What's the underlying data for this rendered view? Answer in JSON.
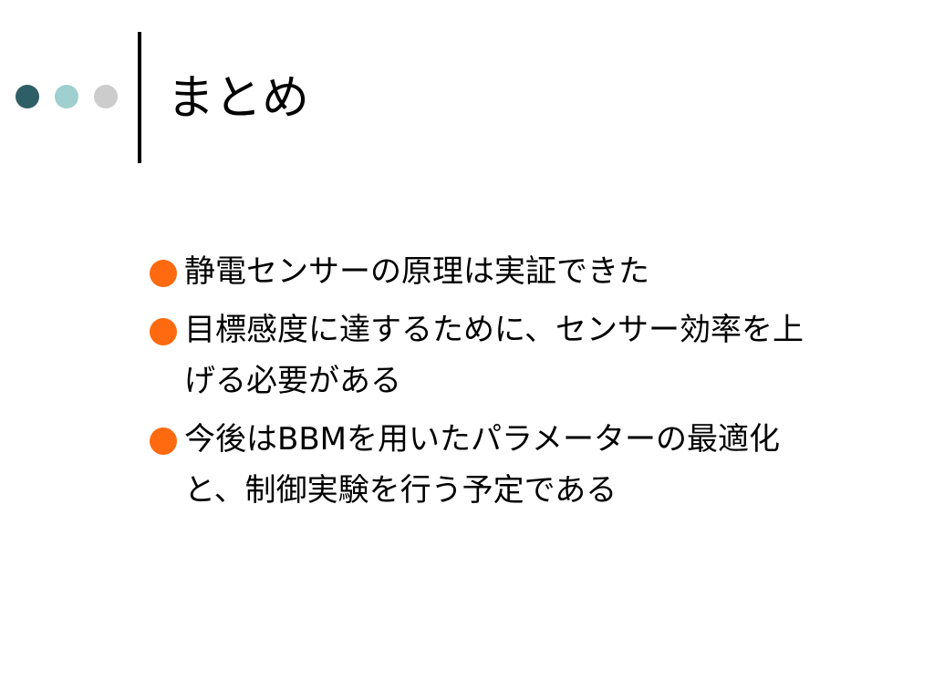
{
  "slide": {
    "title": "まとめ",
    "bullets": [
      "静電センサーの原理は実証できた",
      "目標感度に達するために、センサー効率を上げる必要がある",
      "今後はBBMを用いたパラメーターの最適化と、制御実験を行う予定である"
    ]
  },
  "colors": {
    "dot_dark": "#2f5f66",
    "dot_light": "#9fcfcf",
    "dot_gray": "#cccccc",
    "bullet_accent": "#ff6a10",
    "divider": "#000000"
  },
  "icons": {
    "bullet": "circle-bullet-icon"
  }
}
